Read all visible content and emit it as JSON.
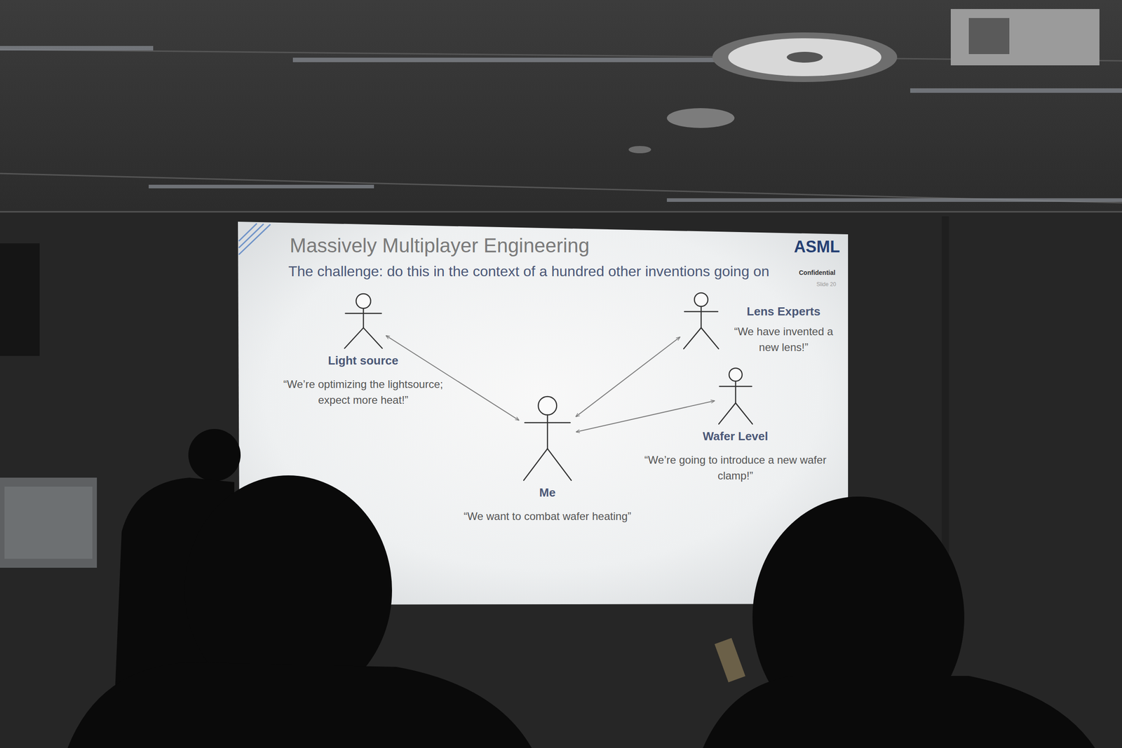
{
  "diagram": {
    "title": "Massively Multiplayer Engineering",
    "nodes": [
      {
        "text": [
          "Light source",
          "“We’re optimizing the lightsource; expect more heat!”"
        ]
      },
      {
        "text": [
          "Lens Experts",
          "“We have invented a new lens!”"
        ]
      },
      {
        "text": [
          "Wafer Level",
          "“We’re going to introduce a new wafer clamp!”"
        ]
      },
      {
        "text": [
          "Me",
          "“We want to combat wafer heating”"
        ]
      }
    ],
    "edges": [
      {
        "from": 3,
        "to": 0,
        "arrow": "both"
      },
      {
        "from": 3,
        "to": 1,
        "arrow": "both"
      },
      {
        "from": 3,
        "to": 2,
        "arrow": "both"
      }
    ],
    "labels": [
      "The challenge: do this in the context of a hundred other inventions going on",
      "ASML",
      "Confidential",
      "Slide 20"
    ]
  }
}
